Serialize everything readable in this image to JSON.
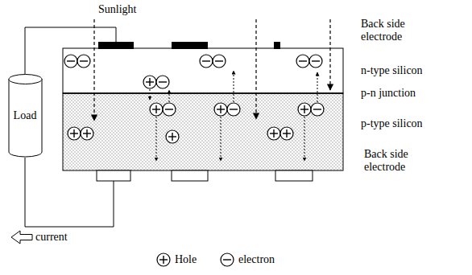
{
  "diagram": {
    "nodes": [
      {
        "text": [
          "Load"
        ]
      }
    ],
    "labels": [
      "Sunlight",
      "Back side electrode",
      "n-type silicon",
      "p-n junction",
      "p-type silicon",
      "Back side electrode",
      "current"
    ],
    "legend": [
      {
        "text": "Hole"
      },
      {
        "text": "electron"
      }
    ]
  }
}
